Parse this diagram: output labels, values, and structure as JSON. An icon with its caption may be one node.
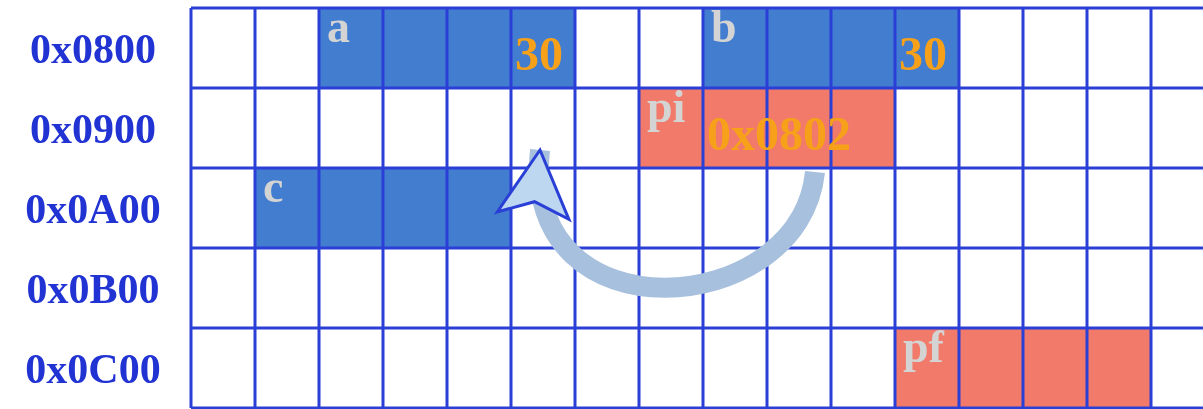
{
  "diagram": {
    "nodes": [
      {
        "text": [
          "a",
          "30"
        ]
      },
      {
        "text": [
          "b",
          "30"
        ]
      },
      {
        "text": [
          "pi",
          "0x0802"
        ]
      },
      {
        "text": [
          "c"
        ]
      },
      {
        "text": [
          "pf"
        ]
      }
    ],
    "edges": [
      {
        "from": 2,
        "to": 0,
        "arrow": "to"
      }
    ],
    "labels": [
      "0x0800",
      "0x0900",
      "0x0A00",
      "0x0B00",
      "0x0C00"
    ]
  }
}
